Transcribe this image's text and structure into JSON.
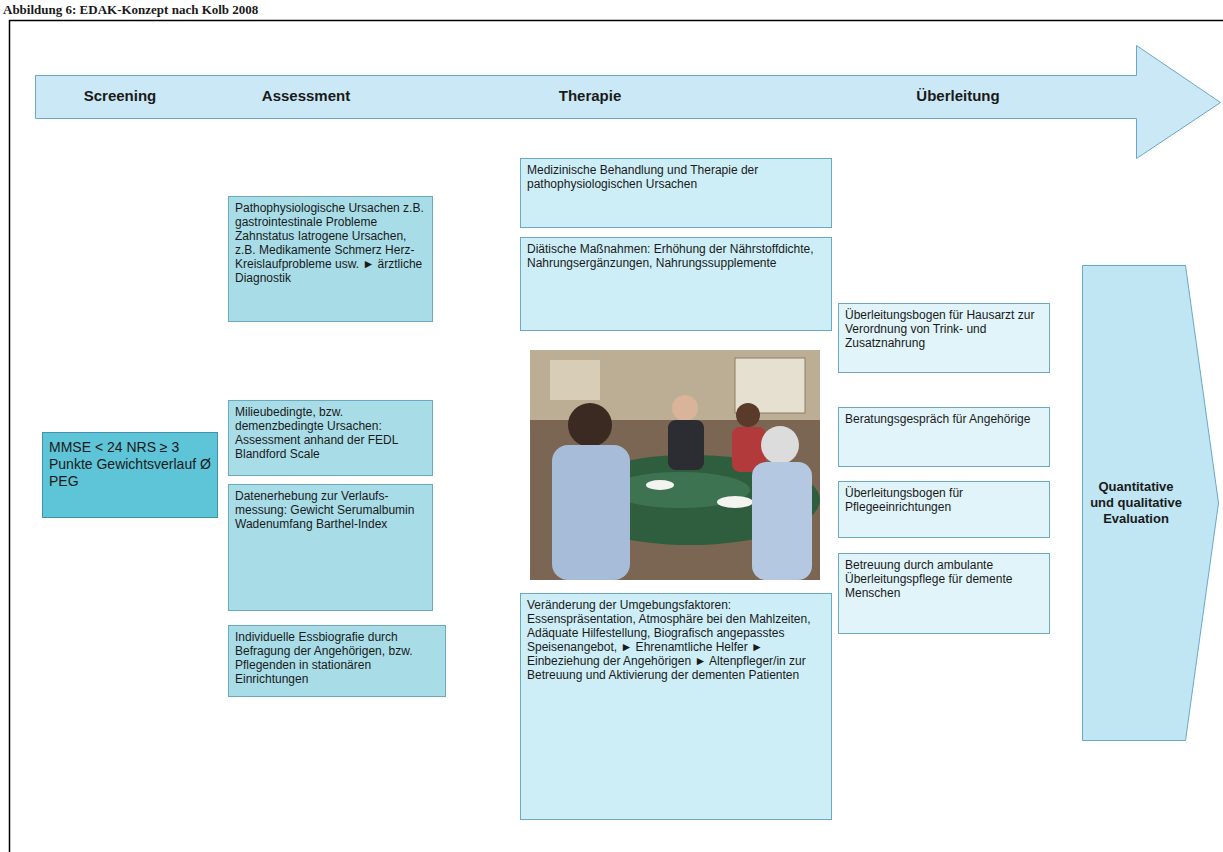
{
  "diagram": {
    "title": "Abbildung 6: EDAK-Konzept nach Kolb 2008",
    "nodes": [
      {
        "text": [
          "Screening",
          "Assessment",
          "Therapie",
          "Überleitung"
        ]
      },
      {
        "text": [
          "MMSE < 24 NRS ≥ 3 Punkte Gewichtsverlauf Ø PEG"
        ]
      },
      {
        "text": [
          "Pathophysiologische Ursachen z.B. gastrointestinale Probleme Zahnstatus Iatrogene Ursachen, z.B. Medikamente Schmerz Herz-Kreislaufprobleme usw. ► ärztliche Diagnostik"
        ]
      },
      {
        "text": [
          "Milieubedingte, bzw. demenzbedingte Ursachen: Assessment anhand der FEDL Blandford Scale"
        ]
      },
      {
        "text": [
          "Datenerhebung zur Verlaufs- messung: Gewicht Serumalbumin Wadenumfang Barthel-Index"
        ]
      },
      {
        "text": [
          "Individuelle Essbiografie durch Befragung der Angehörigen, bzw. Pflegenden in stationären Einrichtungen"
        ]
      },
      {
        "text": [
          "Medizinische Behandlung und Therapie der pathophysiologischen Ursachen"
        ]
      },
      {
        "text": [
          "Diätische Maßnahmen: Erhöhung der Nährstoffdichte, Nahrungsergänzungen, Nahrungssupplemente"
        ]
      },
      {
        "text": [
          "Veränderung der Umgebungsfaktoren: Essenspräsentation, Atmosphäre bei den Mahlzeiten, Adäquate Hilfestellung, Biografisch angepasstes Speisenangebot, ► Ehrenamtliche Helfer ► Einbeziehung der Angehörigen ► Altenpfleger/in zur Betreuung und Aktivierung der dementen Patienten"
        ]
      },
      {
        "text": [
          "Überleitungsbogen für Hausarzt zur Verordnung von Trink- und Zusatznahrung"
        ]
      },
      {
        "text": [
          "Beratungsgespräch für Angehörige"
        ]
      },
      {
        "text": [
          "Überleitungsbogen für Pflegeeinrichtungen"
        ]
      },
      {
        "text": [
          "Betreuung durch ambulante Überleitungspflege für demente Menschen"
        ]
      },
      {
        "text": [
          "Quantitative und qualitative Evaluation"
        ]
      }
    ]
  }
}
